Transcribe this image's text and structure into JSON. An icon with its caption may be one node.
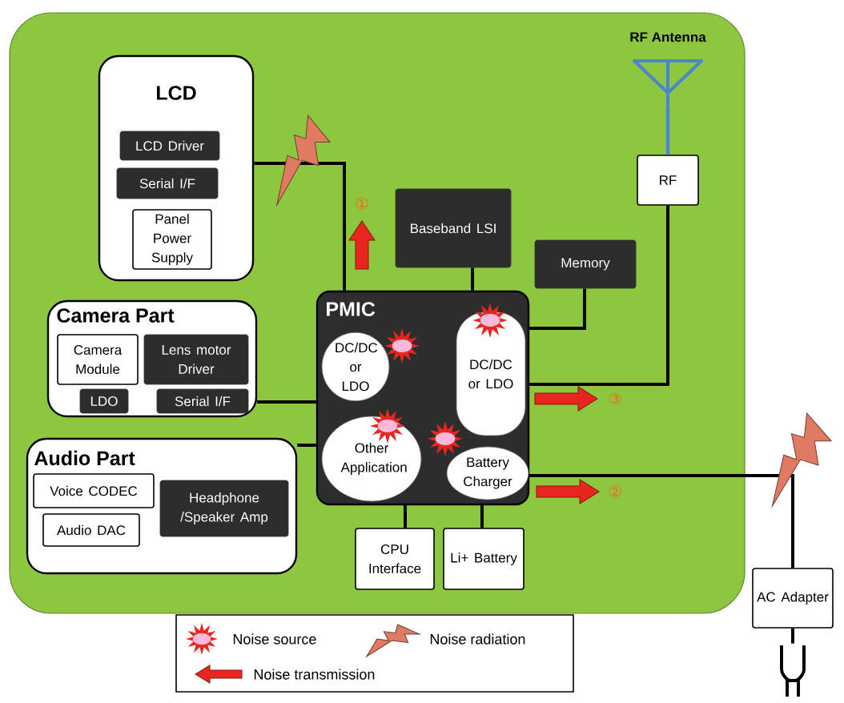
{
  "diagram": {
    "nodes": [
      {
        "text": [
          "LCD"
        ]
      },
      {
        "text": [
          "LCD Driver"
        ],
        "in": 0
      },
      {
        "text": [
          "Serial I/F"
        ],
        "in": 0
      },
      {
        "text": [
          "Panel Power Supply"
        ],
        "in": 0
      },
      {
        "text": [
          "Camera Part"
        ]
      },
      {
        "text": [
          "Camera Module"
        ],
        "in": 4
      },
      {
        "text": [
          "Lens motor Driver"
        ],
        "in": 4
      },
      {
        "text": [
          "LDO"
        ],
        "in": 4
      },
      {
        "text": [
          "Serial I/F"
        ],
        "in": 4
      },
      {
        "text": [
          "Audio Part"
        ]
      },
      {
        "text": [
          "Voice CODEC"
        ],
        "in": 9
      },
      {
        "text": [
          "Audio DAC"
        ],
        "in": 9
      },
      {
        "text": [
          "Headphone /Speaker Amp"
        ],
        "in": 9
      },
      {
        "text": [
          "Baseband LSI"
        ]
      },
      {
        "text": [
          "Memory"
        ]
      },
      {
        "text": [
          "RF"
        ]
      },
      {
        "text": [
          "RF Antenna"
        ]
      },
      {
        "text": [
          "PMIC"
        ]
      },
      {
        "text": [
          "DC/DC or LDO"
        ],
        "in": 17
      },
      {
        "text": [
          "DC/DC or LDO"
        ],
        "in": 17
      },
      {
        "text": [
          "Other Application"
        ],
        "in": 17
      },
      {
        "text": [
          "Battery Charger"
        ],
        "in": 17
      },
      {
        "text": [
          "CPU Interface"
        ]
      },
      {
        "text": [
          "Li+ Battery"
        ]
      },
      {
        "text": [
          "AC Adapter"
        ]
      },
      {
        "text": [],
        "shape": "plug"
      }
    ],
    "edges": [
      {
        "from": 0,
        "to": 17,
        "arrow": "none"
      },
      {
        "from": 13,
        "to": 17,
        "arrow": "none"
      },
      {
        "from": 14,
        "to": 17,
        "arrow": "none"
      },
      {
        "from": 15,
        "to": 17,
        "arrow": "none"
      },
      {
        "from": 15,
        "to": 16,
        "arrow": "none",
        "color": "#4a86c8"
      },
      {
        "from": 4,
        "to": 17,
        "arrow": "none"
      },
      {
        "from": 9,
        "to": 17,
        "arrow": "none"
      },
      {
        "from": 17,
        "to": 22,
        "arrow": "none"
      },
      {
        "from": 17,
        "to": 23,
        "arrow": "none"
      },
      {
        "from": 21,
        "to": 24,
        "arrow": "none"
      },
      {
        "from": 24,
        "to": 25,
        "arrow": "none"
      }
    ],
    "labels": [
      "①",
      "③",
      "②"
    ],
    "legend": [
      {
        "text": "Noise source"
      },
      {
        "text": "Noise radiation"
      },
      {
        "text": "Noise transmission"
      }
    ]
  }
}
